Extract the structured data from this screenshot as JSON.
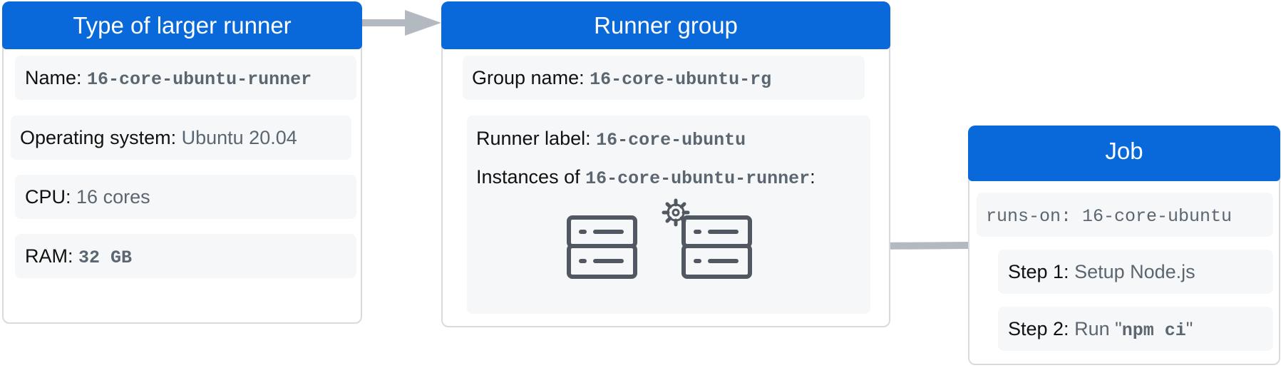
{
  "runner_type": {
    "title": "Type of larger runner",
    "name_label": "Name:",
    "name_value": "16-core-ubuntu-runner",
    "os_label": "Operating system:",
    "os_value": "Ubuntu 20.04",
    "cpu_label": "CPU:",
    "cpu_value": "16 cores",
    "ram_label": "RAM:",
    "ram_value": "32 GB"
  },
  "runner_group": {
    "title": "Runner group",
    "group_name_label": "Group name:",
    "group_name_value": "16-core-ubuntu-rg",
    "runner_label_label": "Runner label:",
    "runner_label_value": "16-core-ubuntu",
    "instances_prefix": "Instances of",
    "instances_value": "16-core-ubuntu-runner",
    "instances_suffix": ":"
  },
  "job": {
    "title": "Job",
    "runs_on": "runs-on: 16-core-ubuntu",
    "step1_label": "Step 1:",
    "step1_value": "Setup Node.js",
    "step2_label": "Step 2:",
    "step2_prefix": "Run \"",
    "step2_cmd": "npm ci",
    "step2_suffix": "\""
  },
  "icons": {
    "server": "server-icon",
    "gear": "gear-icon",
    "arrow": "arrow-icon"
  },
  "colors": {
    "header_blue": "#0969da",
    "arrow_gray": "#b3b9c0",
    "icon_dark": "#515861",
    "row_bg": "#f6f7f8",
    "value_gray": "#5c6670"
  }
}
